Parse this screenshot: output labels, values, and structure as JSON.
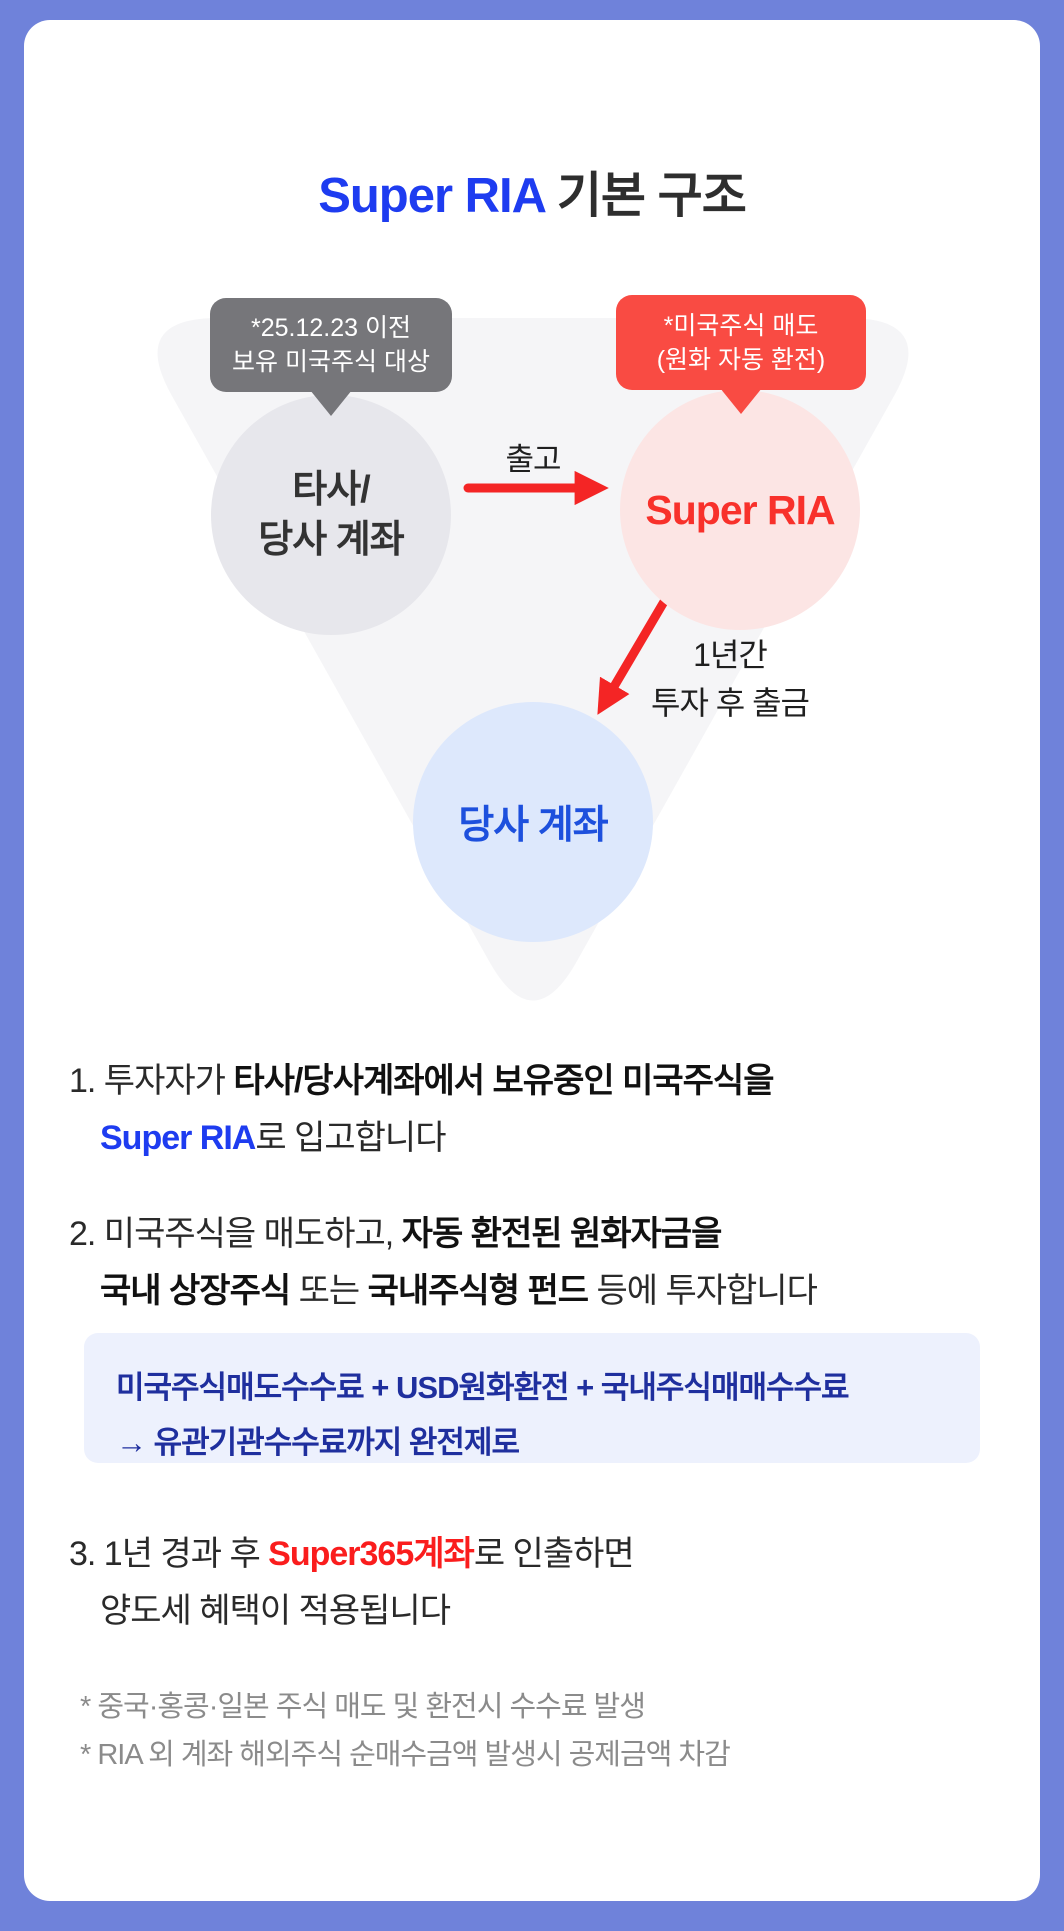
{
  "title": {
    "highlight": "Super RIA",
    "rest": " 기본 구조"
  },
  "diagram": {
    "gray_callout": "*25.12.23 이전\n보유 미국주식 대상",
    "red_callout": "*미국주식 매도\n(원화 자동 환전)",
    "node_source": "타사/\n당사 계좌",
    "node_ria": "Super RIA",
    "node_company": "당사 계좌",
    "arrow_out_label": "출고",
    "arrow_withdraw_label": "1년간\n투자 후 출금"
  },
  "steps": [
    {
      "l1": [
        "1. 투자자가 ",
        "타사/당사계좌에서 보유중인 미국주식을"
      ],
      "l2": [
        "Super RIA",
        "로 입고합니다"
      ]
    },
    {
      "l1": [
        "2. 미국주식을 매도하고, ",
        "자동 환전된 원화자금을"
      ],
      "l2": [
        "국내 상장주식",
        " 또는 ",
        "국내주식형 펀드",
        " 등에 투자합니다"
      ]
    },
    {
      "l1": [
        "3. 1년 경과 후 ",
        "Super365계좌",
        "로 인출하면"
      ],
      "l2": [
        "양도세 혜택이 적용됩니다"
      ]
    }
  ],
  "fee_box": {
    "line1": "미국주식매도수수료 + USD원화환전 + 국내주식매매수수료",
    "line2": "→ 유관기관수수료까지 완전제로"
  },
  "footnotes": [
    "* 중국·홍콩·일본 주식 매도 및 환전시 수수료 발생",
    "* RIA 외 계좌 해외주식 순매수금액 발생시 공제금액 차감"
  ],
  "colors": {
    "frame": "#6f82da",
    "accent_blue": "#1e3cf0",
    "accent_red": "#fa1d1d",
    "badge_gray": "#76767a",
    "badge_red": "#f94b43",
    "circle_gray": "#e7e7ec",
    "circle_pink": "#fce5e4",
    "circle_blue": "#dde8fc",
    "fee_box_bg": "#edf1fd",
    "fee_box_text": "#1f2f9e"
  }
}
